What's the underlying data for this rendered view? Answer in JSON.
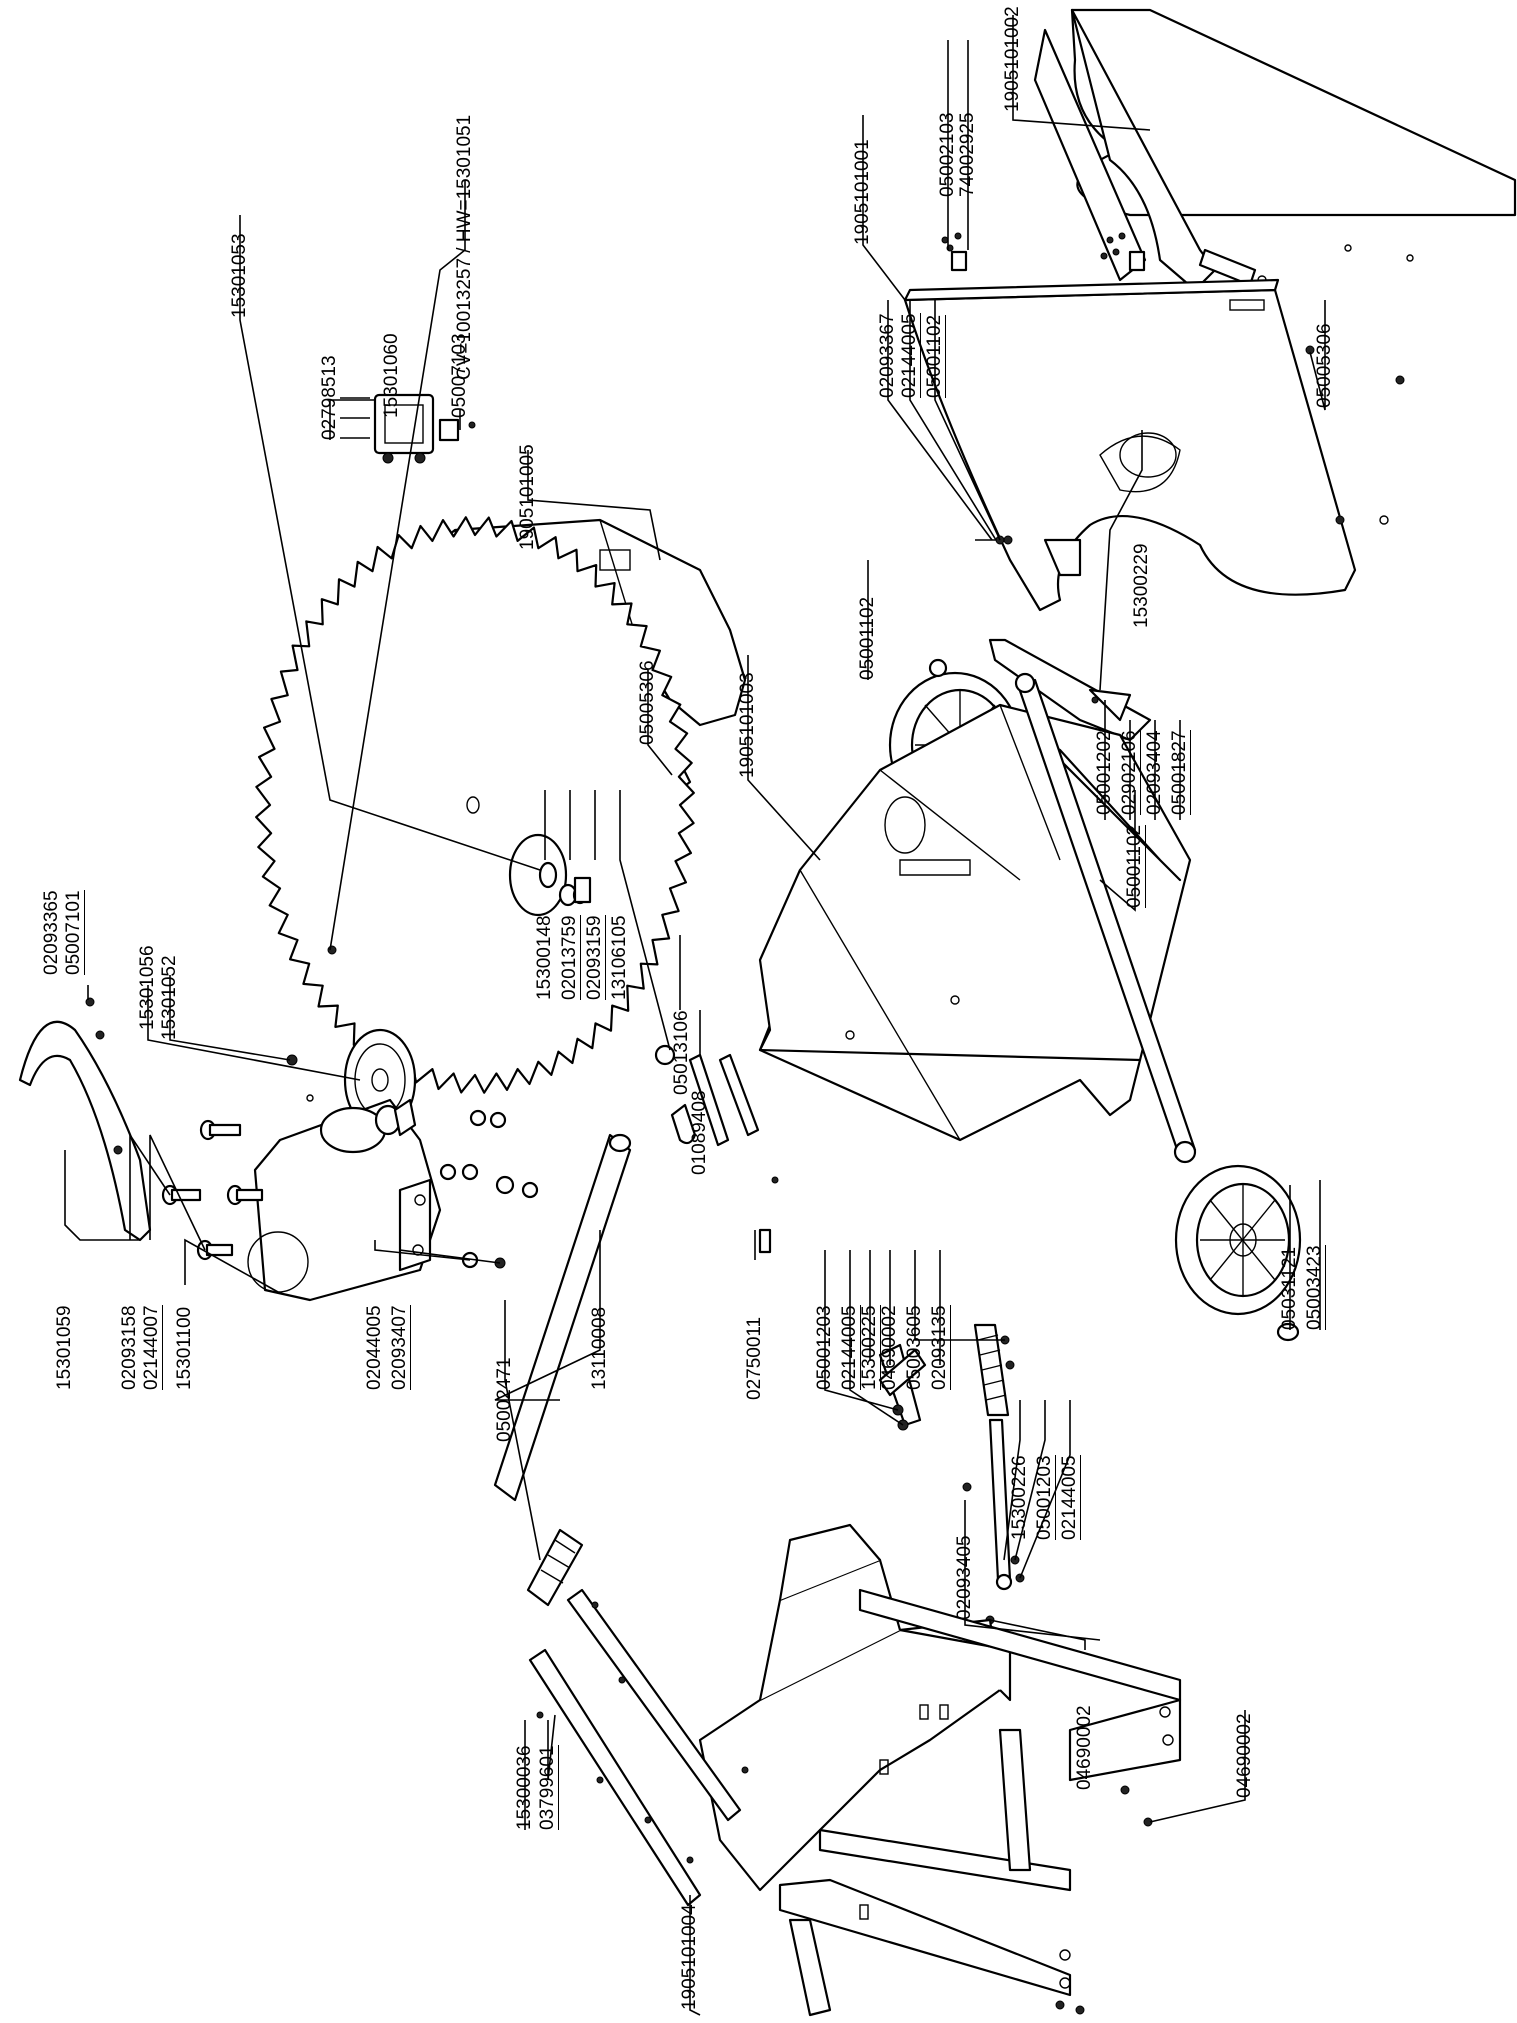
{
  "diagram": {
    "labels": {
      "p_1905101002": "1905101002",
      "p_05002103": "05002103",
      "p_74002925": "74002925",
      "p_1905101001": "1905101001",
      "p_02093367": "02093367",
      "p_02144005_a": "02144005",
      "p_05001102_a": "05001102",
      "p_05005306_a": "05005306",
      "p_15300229": "15300229",
      "p_05001202": "05001202",
      "p_02902106": "02902106",
      "p_02093404": "02093404",
      "p_05001827": "05001827",
      "p_05001102_b": "05001102",
      "p_05001102_c": "05001102",
      "p_1905101003": "1905101003",
      "p_05005306_b": "05005306",
      "p_1905101005": "1905101005",
      "p_02798513": "02798513",
      "p_15301060": "15301060",
      "p_05007103": "05007103",
      "p_cv_hw": "CV=10013257 / HW=15301051",
      "p_15301053": "15301053",
      "p_15300148": "15300148",
      "p_02013759": "02013759",
      "p_02093159": "02093159",
      "p_13106105": "13106105",
      "p_05013106": "05013106",
      "p_01089408": "01089408",
      "p_15301052": "15301052",
      "p_15301056": "15301056",
      "p_02093365": "02093365",
      "p_05007101": "05007101",
      "p_15301059": "15301059",
      "p_02093158": "02093158",
      "p_02144007": "02144007",
      "p_15301100": "15301100",
      "p_02044005": "02044005",
      "p_02093407": "02093407",
      "p_05002471": "05002471",
      "p_13110008": "13110008",
      "p_02750011": "02750011",
      "p_05001203_a": "05001203",
      "p_02144005_b": "02144005",
      "p_15300225": "15300225",
      "p_04690002_a": "04690002",
      "p_05003605": "05003605",
      "p_02093135": "02093135",
      "p_15300226": "15300226",
      "p_05001203_b": "05001203",
      "p_02144005_c": "02144005",
      "p_05031121": "05031121",
      "p_05003423": "05003423",
      "p_02093405": "02093405",
      "p_04690002_b": "04690002",
      "p_04690002_c": "04690002",
      "p_15300036": "15300036",
      "p_03799601": "03799601",
      "p_1905101004": "1905101004"
    }
  }
}
